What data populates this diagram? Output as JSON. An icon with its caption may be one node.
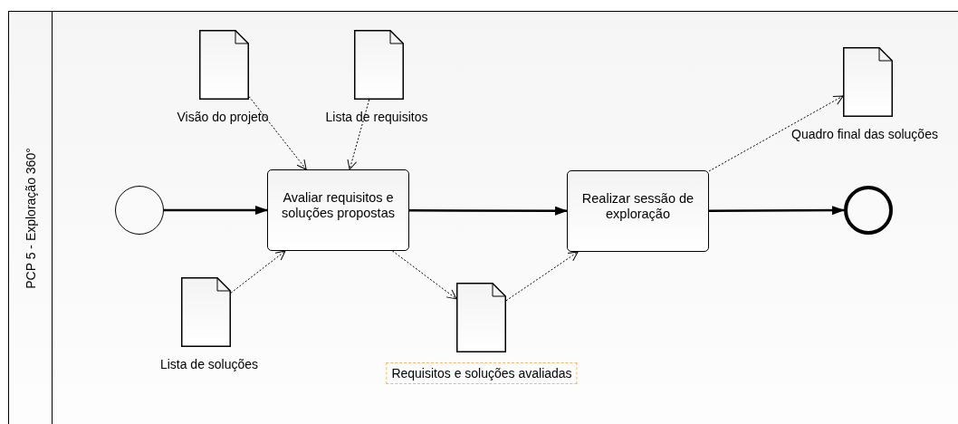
{
  "diagram": {
    "nodes": [
      {
        "text": [
          "PCP 5 - Exploração 360°"
        ]
      },
      {
        "text": [
          "Visão do projeto"
        ],
        "in": 0
      },
      {
        "text": [
          "Lista de requisitos"
        ],
        "in": 0
      },
      {
        "text": [
          "Quadro final das soluções"
        ],
        "in": 0
      },
      {
        "text": [],
        "shape": "circle",
        "in": 0
      },
      {
        "text": [
          "Avaliar requisitos e soluções propostas"
        ],
        "in": 0
      },
      {
        "text": [
          "Realizar sessão de exploração"
        ],
        "in": 0
      },
      {
        "text": [],
        "shape": "circle",
        "in": 0
      },
      {
        "text": [
          "Lista de soluções"
        ],
        "in": 0
      },
      {
        "text": [
          "Requisitos e soluções avaliadas"
        ],
        "in": 0
      }
    ],
    "edges": [
      {
        "from": 4,
        "to": 5,
        "arrow": "to"
      },
      {
        "from": 5,
        "to": 6,
        "arrow": "to"
      },
      {
        "from": 6,
        "to": 7,
        "arrow": "to"
      },
      {
        "from": 1,
        "to": 5,
        "arrow": "to",
        "style": "dashed"
      },
      {
        "from": 2,
        "to": 5,
        "arrow": "to",
        "style": "dashed"
      },
      {
        "from": 8,
        "to": 5,
        "arrow": "to",
        "style": "dashed"
      },
      {
        "from": 5,
        "to": 9,
        "arrow": "to",
        "style": "dashed"
      },
      {
        "from": 9,
        "to": 6,
        "arrow": "to",
        "style": "dashed"
      },
      {
        "from": 6,
        "to": 3,
        "arrow": "to",
        "style": "dashed"
      }
    ]
  }
}
